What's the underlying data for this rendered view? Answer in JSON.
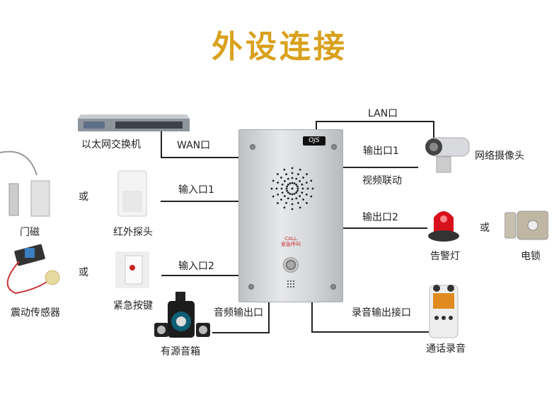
{
  "title": "外设连接",
  "panel": {
    "logo": "OJS",
    "call_en": "CALL",
    "call_cn": "紧急呼叫"
  },
  "ports": {
    "wan": "WAN口",
    "lan": "LAN口",
    "input1": "输入口1",
    "input2": "输入口2",
    "output1": "输出口1",
    "video_link": "视频联动",
    "output2": "输出口2",
    "audio_out": "音频输出口",
    "record_out": "录音输出接口"
  },
  "devices": {
    "switch": "以太网交换机",
    "door_magnet": "门磁",
    "infrared": "红外探头",
    "vibration": "震动传感器",
    "emergency_button": "紧急按键",
    "speaker": "有源音箱",
    "camera": "网络摄像头",
    "alarm_light": "告警灯",
    "electric_lock": "电锁",
    "recorder": "通话录音"
  },
  "or": "或"
}
